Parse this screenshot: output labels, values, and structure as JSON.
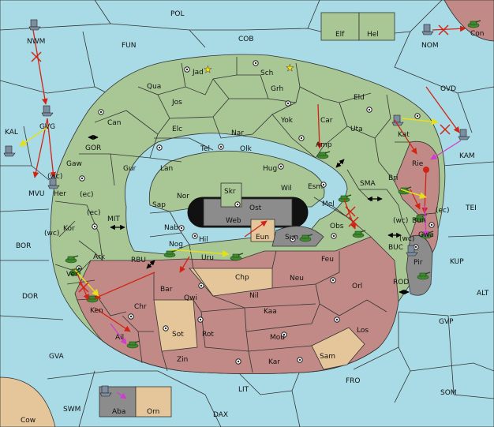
{
  "map": {
    "colors": {
      "sea": "#a8dbe6",
      "green": "#a9c795",
      "red": "#c18a86",
      "tan": "#e5c69a",
      "gray": "#8c8c8c"
    },
    "sea_labels": [
      {
        "id": "pol",
        "text": "POL"
      },
      {
        "id": "cob",
        "text": "COB"
      },
      {
        "id": "fun",
        "text": "FUN"
      },
      {
        "id": "nwm",
        "text": "NWM"
      },
      {
        "id": "nom",
        "text": "NOM"
      },
      {
        "id": "ovd",
        "text": "OVD"
      },
      {
        "id": "kal",
        "text": "KAL"
      },
      {
        "id": "gor",
        "text": "GOR"
      },
      {
        "id": "mvu",
        "text": "MVU"
      },
      {
        "id": "kam",
        "text": "KAM"
      },
      {
        "id": "sma",
        "text": "SMA"
      },
      {
        "id": "tei",
        "text": "TEI"
      },
      {
        "id": "mit",
        "text": "MIT"
      },
      {
        "id": "bor",
        "text": "BOR"
      },
      {
        "id": "rbu",
        "text": "RBU"
      },
      {
        "id": "buc",
        "text": "BUC"
      },
      {
        "id": "kup",
        "text": "KUP"
      },
      {
        "id": "rod",
        "text": "ROD"
      },
      {
        "id": "alt",
        "text": "ALT"
      },
      {
        "id": "dor",
        "text": "DOR"
      },
      {
        "id": "gvp",
        "text": "GVP"
      },
      {
        "id": "gva",
        "text": "GVA"
      },
      {
        "id": "fro",
        "text": "FRO"
      },
      {
        "id": "som",
        "text": "SOM"
      },
      {
        "id": "lit",
        "text": "LIT"
      },
      {
        "id": "swm",
        "text": "SWM"
      },
      {
        "id": "dax",
        "text": "DAX"
      }
    ],
    "land_labels": [
      {
        "id": "elf",
        "text": "Elf"
      },
      {
        "id": "hel",
        "text": "Hel"
      },
      {
        "id": "con",
        "text": "Con"
      },
      {
        "id": "jad",
        "text": "Jad"
      },
      {
        "id": "sch",
        "text": "Sch"
      },
      {
        "id": "qua",
        "text": "Qua"
      },
      {
        "id": "jos",
        "text": "Jos"
      },
      {
        "id": "grh",
        "text": "Grh"
      },
      {
        "id": "eld",
        "text": "Eld"
      },
      {
        "id": "can",
        "text": "Can"
      },
      {
        "id": "elc",
        "text": "Elc"
      },
      {
        "id": "nar",
        "text": "Nar"
      },
      {
        "id": "yok",
        "text": "Yok"
      },
      {
        "id": "car",
        "text": "Car"
      },
      {
        "id": "uta",
        "text": "Uta"
      },
      {
        "id": "kat",
        "text": "Kat"
      },
      {
        "id": "tel",
        "text": "Tel"
      },
      {
        "id": "olk",
        "text": "Olk"
      },
      {
        "id": "amp",
        "text": "Amp"
      },
      {
        "id": "gvg",
        "text": "GVG"
      },
      {
        "id": "gaw",
        "text": "Gaw"
      },
      {
        "id": "gur",
        "text": "Gur"
      },
      {
        "id": "hug",
        "text": "Hug"
      },
      {
        "id": "lan",
        "text": "Lan"
      },
      {
        "id": "rie",
        "text": "Rie"
      },
      {
        "id": "bri",
        "text": "Bri"
      },
      {
        "id": "her",
        "text": "Her"
      },
      {
        "id": "wc1",
        "text": "(wc)"
      },
      {
        "id": "ec1",
        "text": "(ec)"
      },
      {
        "id": "nor",
        "text": "Nor"
      },
      {
        "id": "wil",
        "text": "Wil"
      },
      {
        "id": "esm",
        "text": "Esm"
      },
      {
        "id": "skr",
        "text": "Skr"
      },
      {
        "id": "sap",
        "text": "Sap"
      },
      {
        "id": "ost",
        "text": "Ost"
      },
      {
        "id": "web",
        "text": "Web"
      },
      {
        "id": "mel",
        "text": "Mel"
      },
      {
        "id": "ec2",
        "text": "(ec)"
      },
      {
        "id": "kor",
        "text": "Kor"
      },
      {
        "id": "wc2",
        "text": "(wc)"
      },
      {
        "id": "nab",
        "text": "Nab"
      },
      {
        "id": "eun",
        "text": "Eun"
      },
      {
        "id": "bun",
        "text": "Bun"
      },
      {
        "id": "wc3",
        "text": "(wc)"
      },
      {
        "id": "ec3",
        "text": "(ec)"
      },
      {
        "id": "obs",
        "text": "Obs"
      },
      {
        "id": "sun",
        "text": "Sun"
      },
      {
        "id": "wc4",
        "text": "(wc)"
      },
      {
        "id": "gwa",
        "text": "Gwa"
      },
      {
        "id": "ark",
        "text": "Ark"
      },
      {
        "id": "nog",
        "text": "Nog"
      },
      {
        "id": "hil",
        "text": "Hil"
      },
      {
        "id": "uru",
        "text": "Uru"
      },
      {
        "id": "feu",
        "text": "Feu"
      },
      {
        "id": "pir",
        "text": "Pir"
      },
      {
        "id": "ver",
        "text": "Ver"
      },
      {
        "id": "chp",
        "text": "Chp"
      },
      {
        "id": "neu",
        "text": "Neu"
      },
      {
        "id": "orl",
        "text": "Orl"
      },
      {
        "id": "bar",
        "text": "Bar"
      },
      {
        "id": "qwi",
        "text": "Qwi"
      },
      {
        "id": "nil",
        "text": "Nil"
      },
      {
        "id": "chr",
        "text": "Chr"
      },
      {
        "id": "ken",
        "text": "Ken"
      },
      {
        "id": "kaa",
        "text": "Kaa"
      },
      {
        "id": "los",
        "text": "Los"
      },
      {
        "id": "ail",
        "text": "Ail"
      },
      {
        "id": "sot",
        "text": "Sot"
      },
      {
        "id": "rot",
        "text": "Rot"
      },
      {
        "id": "mou",
        "text": "Mou"
      },
      {
        "id": "sam",
        "text": "Sam"
      },
      {
        "id": "zin",
        "text": "Zin"
      },
      {
        "id": "kar",
        "text": "Kar"
      },
      {
        "id": "cow",
        "text": "Cow"
      },
      {
        "id": "aba",
        "text": "Aba"
      },
      {
        "id": "orn",
        "text": "Orn"
      }
    ]
  }
}
